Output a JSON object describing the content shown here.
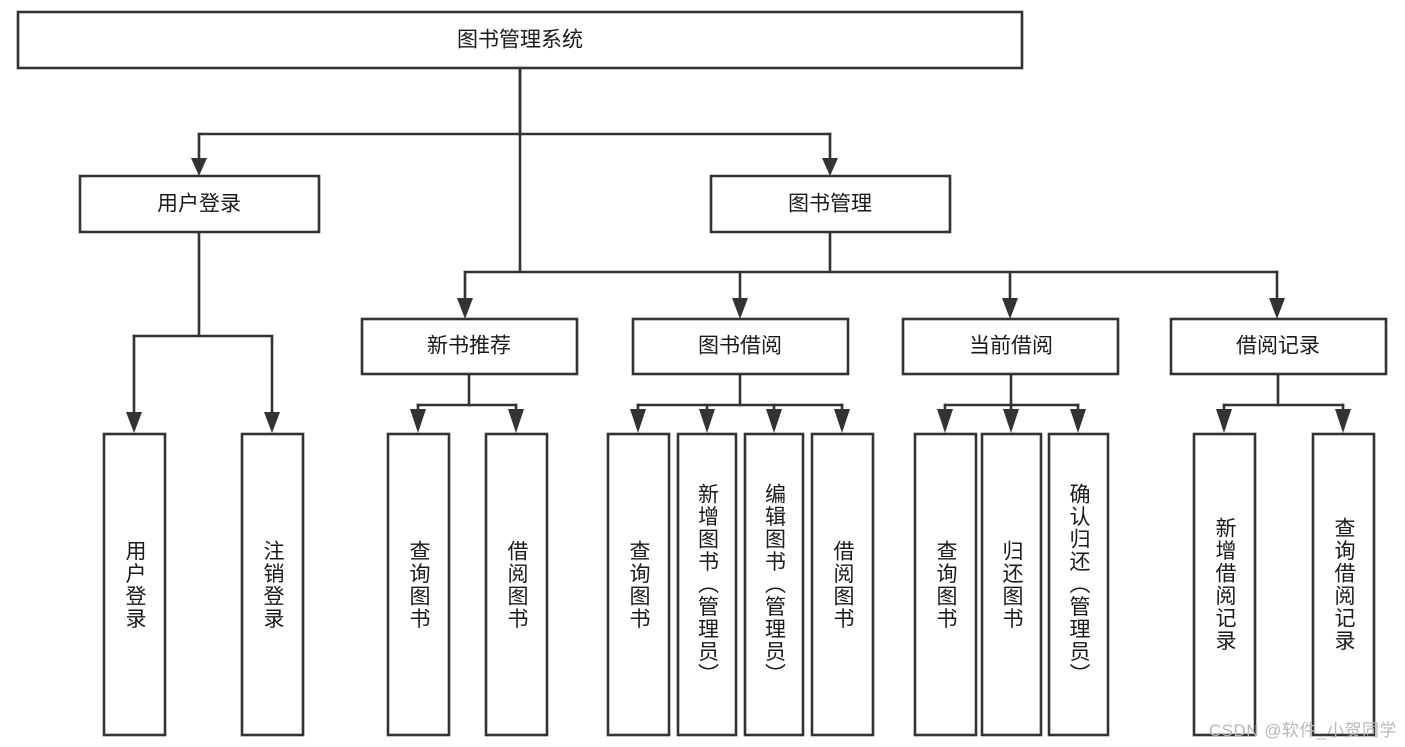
{
  "diagram": {
    "type": "tree-hierarchy",
    "title": "图书管理系统",
    "watermark": "CSDN @软件_小贺同学",
    "colors": {
      "stroke": "#333333",
      "fill": "#ffffff",
      "text": "#1a1a1a",
      "watermark": "#b8b8b8"
    },
    "root": {
      "label": "图书管理系统"
    },
    "level1": [
      {
        "label": "用户登录"
      },
      {
        "label": "图书管理"
      }
    ],
    "level2": [
      {
        "label": "新书推荐"
      },
      {
        "label": "图书借阅"
      },
      {
        "label": "当前借阅"
      },
      {
        "label": "借阅记录"
      }
    ],
    "leaves": {
      "user_login": [
        {
          "label": "用户登录"
        },
        {
          "label": "注销登录"
        }
      ],
      "new_book_recommend": [
        {
          "label": "查询图书"
        },
        {
          "label": "借阅图书"
        }
      ],
      "book_borrow": [
        {
          "label": "查询图书"
        },
        {
          "label": "新增图书（管理员）"
        },
        {
          "label": "编辑图书（管理员）"
        },
        {
          "label": "借阅图书"
        }
      ],
      "current_borrow": [
        {
          "label": "查询图书"
        },
        {
          "label": "归还图书"
        },
        {
          "label": "确认归还（管理员）"
        }
      ],
      "borrow_record": [
        {
          "label": "新增借阅记录"
        },
        {
          "label": "查询借阅记录"
        }
      ]
    }
  }
}
